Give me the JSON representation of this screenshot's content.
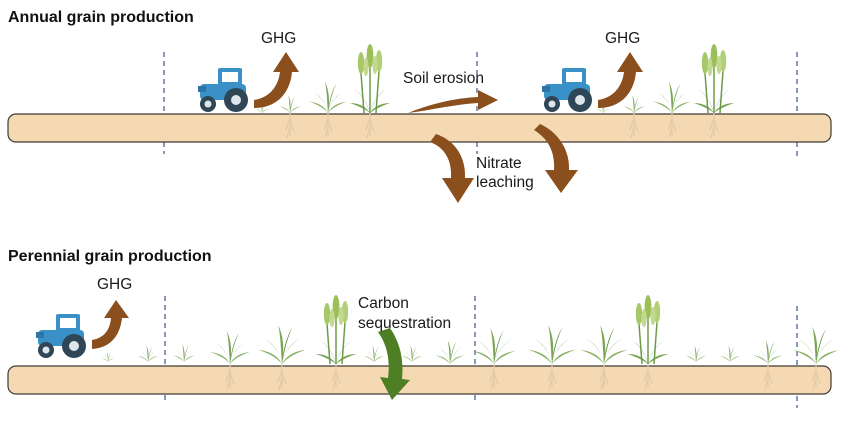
{
  "sections": [
    {
      "title": "Annual grain production",
      "labels": {
        "ghg_left": "GHG",
        "ghg_right": "GHG",
        "soil_erosion": "Soil erosion",
        "nitrate_line1": "Nitrate",
        "nitrate_line2": "leaching"
      }
    },
    {
      "title": "Perennial grain production",
      "labels": {
        "ghg": "GHG",
        "carbon_line1": "Carbon",
        "carbon_line2": "sequestration"
      }
    }
  ],
  "colors": {
    "soil": "#f5d9b3",
    "soil_border": "#3f3a34",
    "tractor": "#3a91c8",
    "brown_arrow": "#8a4f1d",
    "green_arrow": "#4f7f24",
    "plant": "#6c9a4a",
    "wheat_head": "#9cbf5a",
    "divider": "#6c80a8"
  }
}
